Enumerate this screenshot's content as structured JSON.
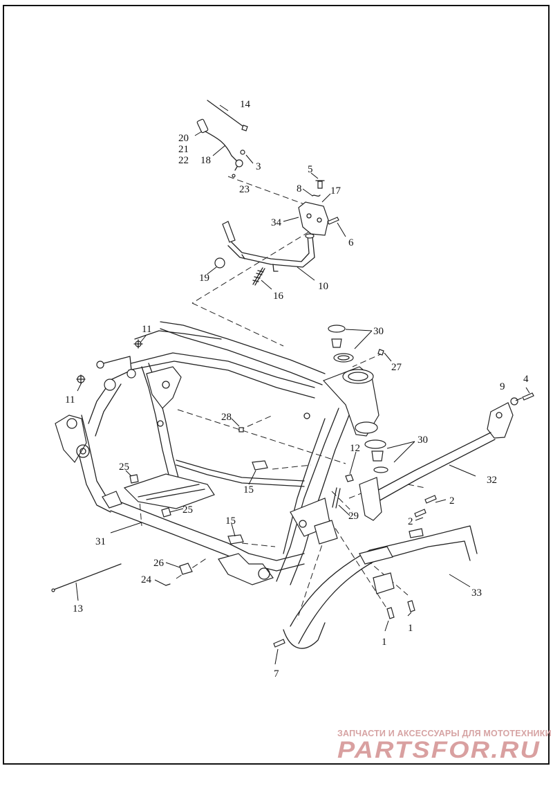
{
  "diagram": {
    "callouts": [
      {
        "n": "1"
      },
      {
        "n": "1"
      },
      {
        "n": "2"
      },
      {
        "n": "2"
      },
      {
        "n": "3"
      },
      {
        "n": "4"
      },
      {
        "n": "5"
      },
      {
        "n": "6"
      },
      {
        "n": "7"
      },
      {
        "n": "8"
      },
      {
        "n": "9"
      },
      {
        "n": "10"
      },
      {
        "n": "11"
      },
      {
        "n": "11"
      },
      {
        "n": "12"
      },
      {
        "n": "13"
      },
      {
        "n": "14"
      },
      {
        "n": "15"
      },
      {
        "n": "15"
      },
      {
        "n": "16"
      },
      {
        "n": "17"
      },
      {
        "n": "18"
      },
      {
        "n": "19"
      },
      {
        "n": "20"
      },
      {
        "n": "21"
      },
      {
        "n": "22"
      },
      {
        "n": "23"
      },
      {
        "n": "24"
      },
      {
        "n": "25"
      },
      {
        "n": "25"
      },
      {
        "n": "26"
      },
      {
        "n": "27"
      },
      {
        "n": "28"
      },
      {
        "n": "29"
      },
      {
        "n": "30"
      },
      {
        "n": "30"
      },
      {
        "n": "31"
      },
      {
        "n": "32"
      },
      {
        "n": "33"
      },
      {
        "n": "34"
      }
    ]
  },
  "watermark": {
    "caption": "ЗАПЧАСТИ И АКСЕССУАРЫ ДЛЯ МОТОТЕХНИКИ",
    "logo_text": "PARTSFOR.RU",
    "color": "#d9a0a0"
  },
  "colors": {
    "line": "#111111",
    "background": "#ffffff"
  }
}
